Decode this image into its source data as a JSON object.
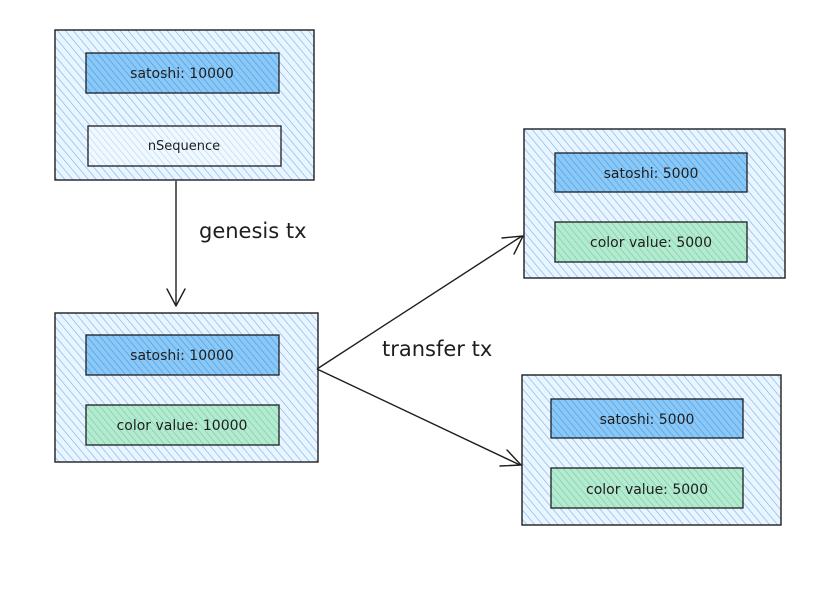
{
  "boxes": {
    "genesis": {
      "field1": "satoshi: 10000",
      "field2": "nSequence"
    },
    "middle": {
      "field1": "satoshi: 10000",
      "field2": "color value: 10000"
    },
    "output_top": {
      "field1": "satoshi: 5000",
      "field2": "color value: 5000"
    },
    "output_bottom": {
      "field1": "satoshi: 5000",
      "field2": "color value: 5000"
    }
  },
  "edges": {
    "genesis_label": "genesis tx",
    "transfer_label": "transfer tx"
  },
  "colors": {
    "outer_fill": "#a5d8ff",
    "satoshi_fill": "#4dabf7",
    "color_value_fill": "#8ce0b8",
    "stroke": "#1e1e1e"
  }
}
